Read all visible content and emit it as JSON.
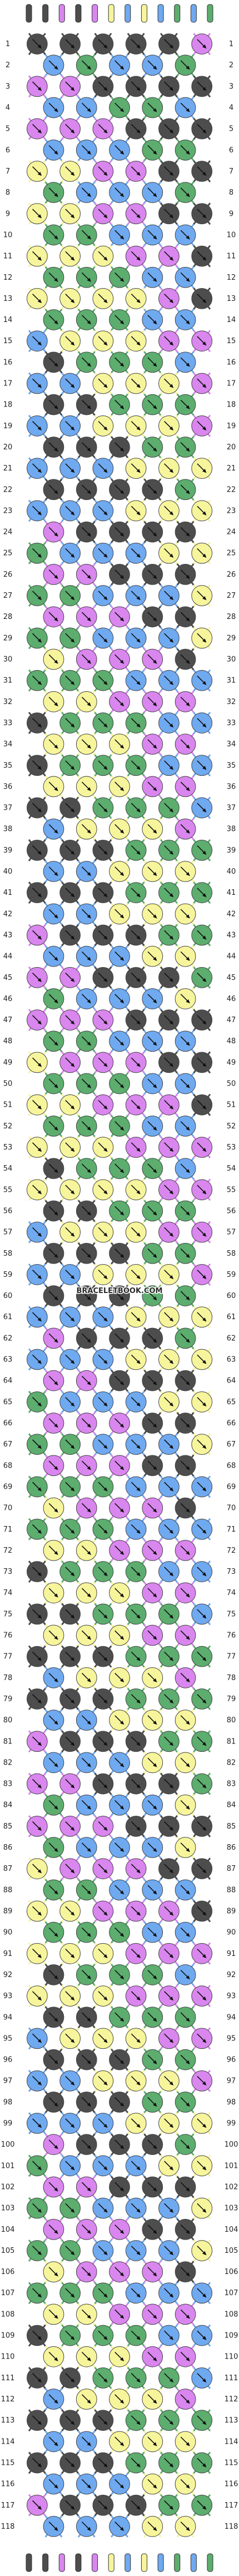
{
  "watermark": "BRACELETBOOK.COM",
  "palette": {
    "A": "#4d4d4d",
    "B": "#d986ee",
    "C": "#f7f59b",
    "D": "#6fa9f0",
    "E": "#5cad6e"
  },
  "strings_top": [
    "A",
    "A",
    "B",
    "A",
    "B",
    "C",
    "D",
    "C",
    "D",
    "E",
    "D",
    "E"
  ],
  "strings_bottom": [
    "A",
    "A",
    "B",
    "A",
    "B",
    "C",
    "D",
    "C",
    "D",
    "E",
    "D",
    "E"
  ],
  "row_count": 118,
  "knot_rows": [
    "AAAAAB",
    "DEDDEE",
    "BBAAAA",
    "DDEEDE",
    "BBBAAA",
    "DDDEEE",
    "CCBBAA",
    "EDDDEE",
    "CCBBAA",
    "EEDDDE",
    "CCCBBA",
    "EEEDDD",
    "CCCCBA",
    "EEEDDD",
    "DCCCBB",
    "AEEEDD",
    "DDCCCB",
    "AAEEED",
    "DDCCCB",
    "AAAEEE",
    "DDDCCC",
    "AAAAEE",
    "DDDCCC",
    "BAAAAE",
    "EDDDCC",
    "BBAAAA",
    "EEDDDC",
    "BBBAAA",
    "EEDDDC",
    "CBBBAA",
    "EEEDDD",
    "CCBBBA",
    "AEEEDD",
    "CCCBBB",
    "AEEEDD",
    "CCCBBB",
    "AAEEED",
    "DCCCBB",
    "AAAEEE",
    "DDCCCB",
    "AAAEEE",
    "DDCCCB",
    "BAAAEE",
    "DDDCCC",
    "BBAAAE",
    "EDDDCC",
    "BBBAAA",
    "EEDDDC",
    "CBBBAA",
    "EEEDDD",
    "CCBBBA",
    "EEEDDD",
    "CCCBBB",
    "AEEEDD",
    "CCCCBB",
    "AAEEED",
    "DCCCBB",
    "AAAEEE",
    "DDCCCB",
    "AAAEEE",
    "DDDCCC",
    "BAAAEE",
    "DDDCCC",
    "BBAAAE",
    "EDDDCC",
    "BBBAAA",
    "EEDDDC",
    "BBBAAA",
    "EEEDDD",
    "CBBBAA",
    "EEEDDD",
    "CCBBBA",
    "AEEEDD",
    "CCCBBB",
    "AAEEED",
    "CCCBBB",
    "AAAEEE",
    "DCCCBB",
    "AAAEEE",
    "DDCCCB",
    "BAAAEE",
    "DDDCCC",
    "BBAAAE",
    "EDDDCC",
    "BBBAAA",
    "EDDDCC",
    "CBBBAA",
    "EEDDDC",
    "CCBBBA",
    "EEEDDD",
    "CCCBBB",
    "AEEEDD",
    "CCCBBB",
    "AAEEED",
    "DCCCBB",
    "AAAEEE",
    "DDCCCB",
    "AAAEEE",
    "DDDCCC",
    "BAAAEE",
    "EDDDCC",
    "BBAAAE",
    "EEDDDC",
    "BBBAAA",
    "EEDDDC",
    "CBBBAA",
    "EEEDDD",
    "CCBBBA",
    "AEEEDD",
    "CCCBBB",
    "AAEEED",
    "DCCCBB",
    "AAAEEE",
    "DDCCCB",
    "AAAEEE",
    "DDDCCC",
    "BAAAEE",
    "DDDCCC"
  ],
  "legend": {
    "knot_glyph": "arrow-knot-icon"
  }
}
